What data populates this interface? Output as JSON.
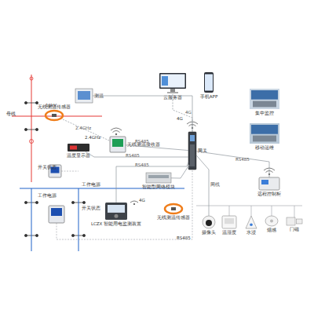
{
  "diagram": {
    "nodes": [
      {
        "text": [
          "云服务器"
        ]
      },
      {
        "text": [
          "手机APP"
        ]
      },
      {
        "text": [
          "集中监控"
        ]
      },
      {
        "text": [
          "移动运维"
        ]
      },
      {
        "text": [
          "网关"
        ]
      },
      {
        "text": [
          "测温"
        ]
      },
      {
        "text": [
          "无线测温接收器"
        ]
      },
      {
        "text": [
          "无线测温传感器"
        ]
      },
      {
        "text": [
          "温度显示器"
        ]
      },
      {
        "text": [
          "LCZX 智能用电监测装置"
        ]
      },
      {
        "text": [
          "智能型网络模块"
        ]
      },
      {
        "text": [
          "无线测温传感器"
        ]
      },
      {
        "text": [
          "摄像头"
        ]
      },
      {
        "text": [
          "温湿度"
        ]
      },
      {
        "text": [
          "水浸"
        ]
      },
      {
        "text": [
          "烟感"
        ]
      },
      {
        "text": [
          "门磁"
        ]
      },
      {
        "text": [
          "远程控制柜"
        ]
      }
    ],
    "edges": [
      {
        "from": 7,
        "to": 6,
        "label": "2.4GHz",
        "arrow": "none"
      },
      {
        "from": 5,
        "to": 4,
        "arrow": "none"
      },
      {
        "from": 6,
        "to": 4,
        "label": "RS485",
        "arrow": "none"
      },
      {
        "from": 8,
        "to": 4,
        "label": "RS485",
        "arrow": "none"
      },
      {
        "from": 9,
        "to": 4,
        "label": "RS485",
        "arrow": "none"
      },
      {
        "from": 10,
        "to": 4,
        "arrow": "none"
      },
      {
        "from": 4,
        "to": 12,
        "label": "网线",
        "arrow": "none"
      },
      {
        "from": 4,
        "to": 17,
        "label": "RS485",
        "arrow": "none"
      },
      {
        "from": 4,
        "to": 0,
        "label": "4G",
        "arrow": "none"
      }
    ],
    "labels": [
      "母线",
      "10kV",
      "开关状态",
      "工作电源",
      "开关状态",
      "工作电源",
      "2.4GHz",
      "4G",
      "4G",
      "RS485"
    ]
  }
}
